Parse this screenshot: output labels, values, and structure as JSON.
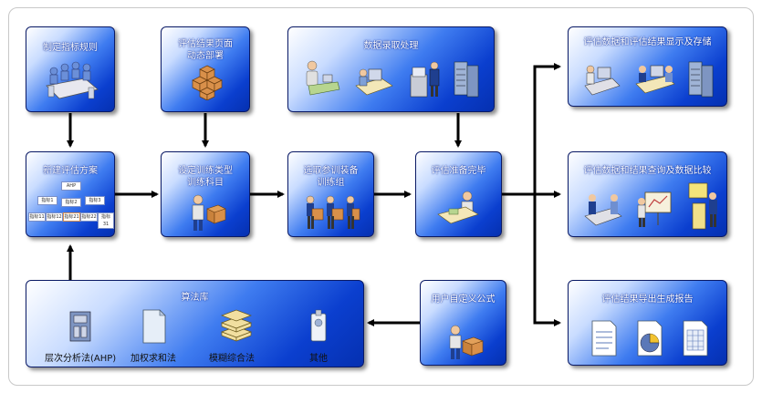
{
  "boxes": {
    "rules": "制定指标规则",
    "deploy": "评估结果页面\n动态部署",
    "data_entry": "数据录取处理",
    "display_store": "评估数据和评估结果显示及存储",
    "new_plan": "新建评估方案",
    "train_type": "设定训练类型\n训练科目",
    "select_group": "选取参训装备\n训练组",
    "ready": "评估准备完毕",
    "query_compare": "评估数据和结果查询及数据比较",
    "report": "评估结果导出生成报告",
    "algo_lib": "算法库",
    "custom_formula": "用户自定义公式"
  },
  "algorithms": [
    "层次分析法(AHP)",
    "加权求和法",
    "模糊综合法",
    "其他"
  ],
  "tree": {
    "root": "AHP",
    "level2": [
      "指标1",
      "指标2",
      "指标3"
    ],
    "level3": [
      "指标11",
      "指标12",
      "指标21",
      "指标22",
      "指标31"
    ]
  }
}
